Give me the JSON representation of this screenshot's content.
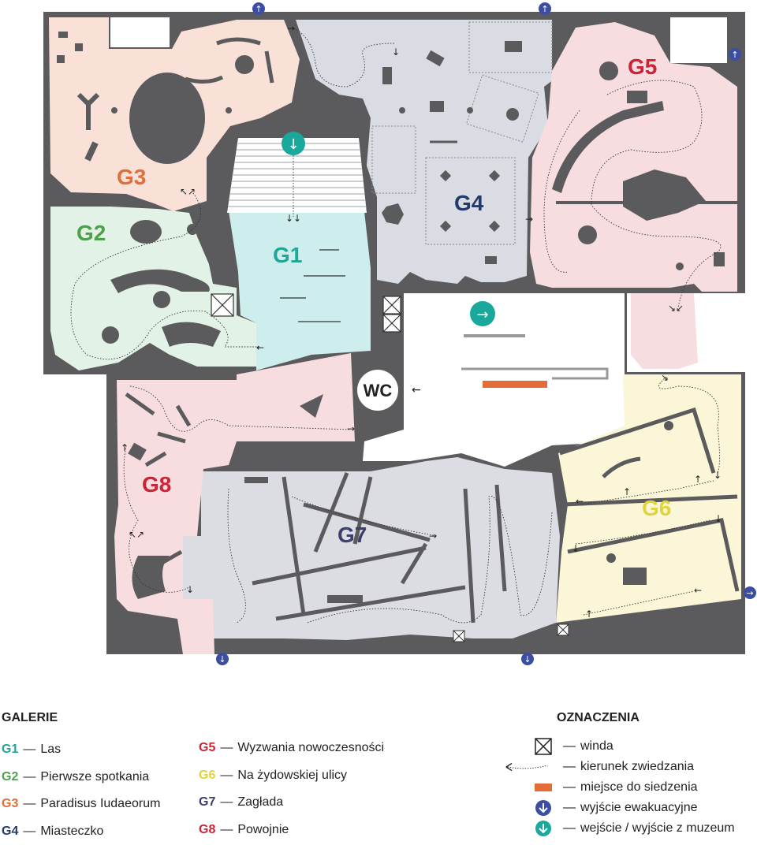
{
  "map": {
    "galleries": [
      {
        "code": "G1",
        "color": "#1fa79a"
      },
      {
        "code": "G2",
        "color": "#4ca24a"
      },
      {
        "code": "G3",
        "color": "#e06f3a"
      },
      {
        "code": "G4",
        "color": "#233a6b"
      },
      {
        "code": "G5",
        "color": "#cc2436"
      },
      {
        "code": "G6",
        "color": "#e1d43a"
      },
      {
        "code": "G7",
        "color": "#3c3f6b"
      },
      {
        "code": "G8",
        "color": "#cc2436"
      }
    ],
    "wc_label": "WC",
    "colors": {
      "wall": "#5b5b5d",
      "g1": "#cdeeec",
      "g2": "#e2f2e6",
      "g3": "#f9e1d8",
      "g4": "#dadce4",
      "g5": "#f7dce0",
      "g6": "#fbf6d8",
      "g7": "#dcdce3",
      "g8": "#f7dce0",
      "evacuation": "#3b4ea2",
      "entrance": "#1ba89c",
      "seating": "#e36c38"
    }
  },
  "legend": {
    "galleries_heading": "GALERIE",
    "markings_heading": "OZNACZENIA",
    "dash": "—",
    "col1": [
      {
        "code": "G1",
        "name": "Las",
        "color": "#1fa79a"
      },
      {
        "code": "G2",
        "name": "Pierwsze spotkania",
        "color": "#4ca24a"
      },
      {
        "code": "G3",
        "name": "Paradisus Iudaeorum",
        "color": "#e06f3a"
      },
      {
        "code": "G4",
        "name": "Miasteczko",
        "color": "#233a6b"
      }
    ],
    "col2": [
      {
        "code": "G5",
        "name": "Wyzwania nowoczesności",
        "color": "#cc2436"
      },
      {
        "code": "G6",
        "name": "Na żydowskiej ulicy",
        "color": "#e1d43a"
      },
      {
        "code": "G7",
        "name": "Zagłada",
        "color": "#3c3f6b"
      },
      {
        "code": "G8",
        "name": "Powojnie",
        "color": "#cc2436"
      }
    ],
    "markings": [
      {
        "icon": "elevator-icon",
        "label": "winda"
      },
      {
        "icon": "route-arrow-icon",
        "label": "kierunek zwiedzania"
      },
      {
        "icon": "seating-icon",
        "label": "miejsce do siedzenia"
      },
      {
        "icon": "evacuation-exit-icon",
        "label": "wyjście ewakuacyjne"
      },
      {
        "icon": "museum-entrance-icon",
        "label": "wejście / wyjście z muzeum"
      }
    ]
  }
}
